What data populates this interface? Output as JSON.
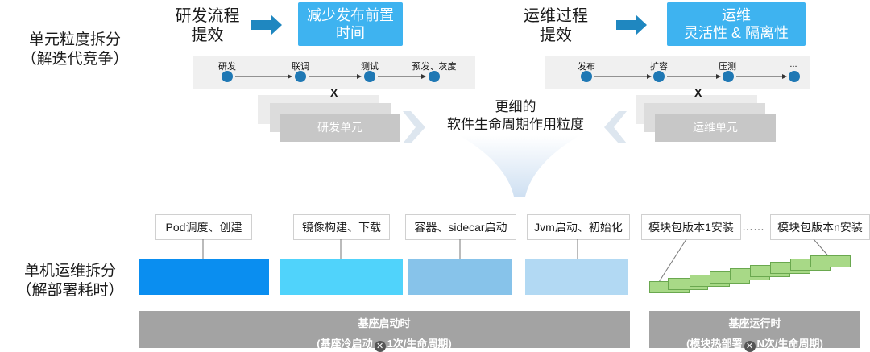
{
  "left_label": {
    "line1": "单元粒度拆分",
    "line2": "（解迭代竞争）"
  },
  "bottom_left_label": {
    "line1": "单机运维拆分",
    "line2": "（解部署耗时）"
  },
  "dev": {
    "title_line1": "研发流程",
    "title_line2": "提效",
    "goal_line1": "减少发布前置",
    "goal_line2": "时间",
    "stages": [
      "研发",
      "联调",
      "测试",
      "预发、灰度"
    ],
    "multiplier": "X",
    "unit": "研发单元"
  },
  "ops": {
    "title_line1": "运维过程",
    "title_line2": "提效",
    "goal_line1": "运维",
    "goal_line2": "灵活性 & 隔离性",
    "stages": [
      "发布",
      "扩容",
      "压测",
      "..."
    ],
    "multiplier": "X",
    "unit": "运维单元"
  },
  "center": {
    "line1": "更细的",
    "line2": "软件生命周期作用粒度"
  },
  "steps": {
    "pod": "Pod调度、创建",
    "image": "镜像构建、下载",
    "container": "容器、sidecar启动",
    "jvm": "Jvm启动、初始化",
    "module1": "模块包版本1安装",
    "ellipsis": "……",
    "modulen": "模块包版本n安装"
  },
  "colors": {
    "pod": "#0a8ef0",
    "image": "#50d3fb",
    "container": "#87c3ea",
    "jvm": "#b2d9f3",
    "accent": "#3eb3f0"
  },
  "base_start": {
    "title": "基座启动时",
    "sub_pre": "(基座冷启动",
    "sub_post": "1次/生命周期)"
  },
  "base_run": {
    "title": "基座运行时",
    "sub_pre": "(模块热部署",
    "sub_post": "N次/生命周期)"
  }
}
